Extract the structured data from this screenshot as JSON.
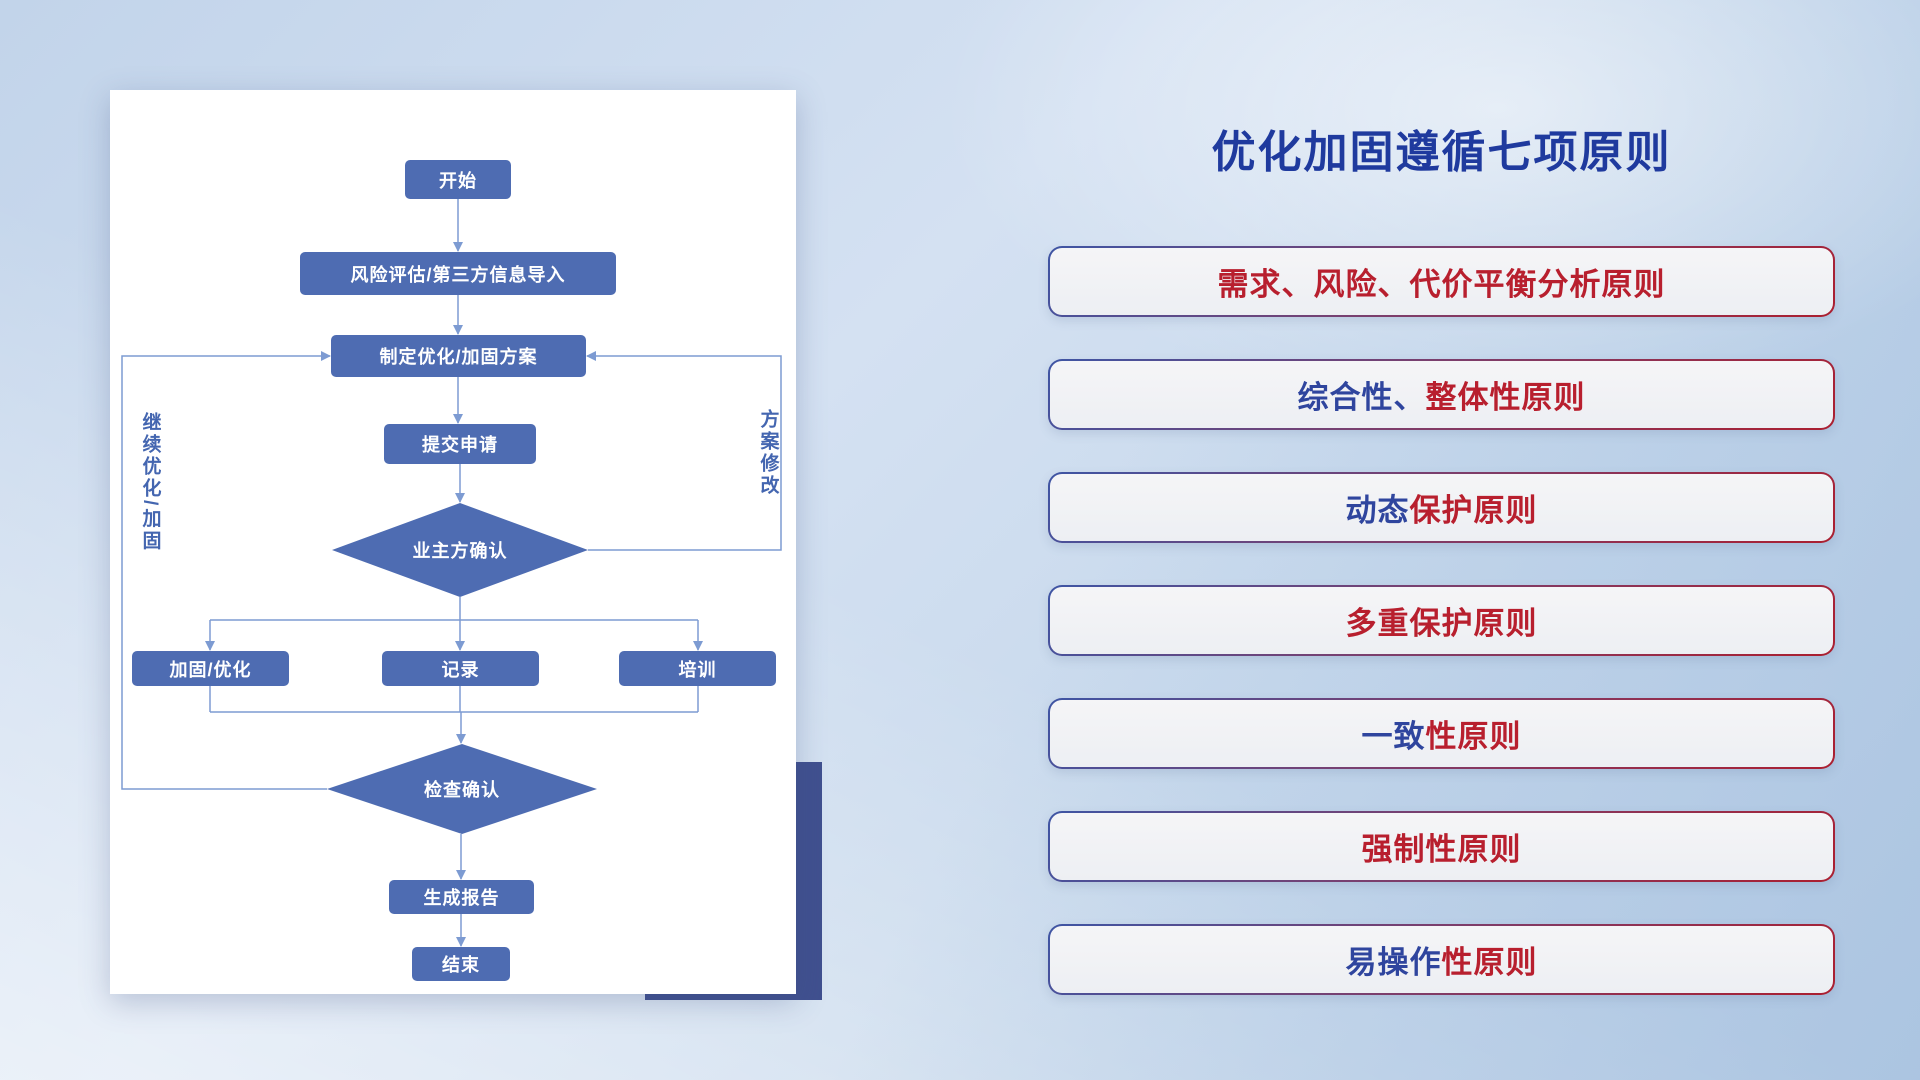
{
  "title": "优化加固遵循七项原则",
  "flowchart": {
    "nodes": {
      "start": "开始",
      "risk_import": "风险评估/第三方信息导入",
      "make_plan": "制定优化/加固方案",
      "submit": "提交申请",
      "owner_confirm": "业主方确认",
      "reinforce": "加固/优化",
      "record": "记录",
      "training": "培训",
      "check_confirm": "检查确认",
      "report": "生成报告",
      "end": "结束"
    },
    "edge_labels": {
      "continue_loop": "继续优化/加固",
      "revise_loop": "方案修改"
    }
  },
  "principles": [
    {
      "blue": "",
      "red": "需求、风险、代价平衡分析原则"
    },
    {
      "blue": "综合性、",
      "red": "整体性原则"
    },
    {
      "blue": "动态",
      "red": "保护原则"
    },
    {
      "blue": "",
      "red": "多重保护原则"
    },
    {
      "blue": "一致",
      "red": "性原则"
    },
    {
      "blue": "",
      "red": "强制性原则"
    },
    {
      "blue": "易操作",
      "red": "性原则"
    }
  ],
  "colors": {
    "title": "#1f3a9e",
    "principle_red": "#b81f2e",
    "principle_blue": "#2f459e",
    "node_fill": "#4e6cb2",
    "connector": "#7d9bd2",
    "accent_block": "#40508f",
    "card_background": "#ffffff"
  }
}
